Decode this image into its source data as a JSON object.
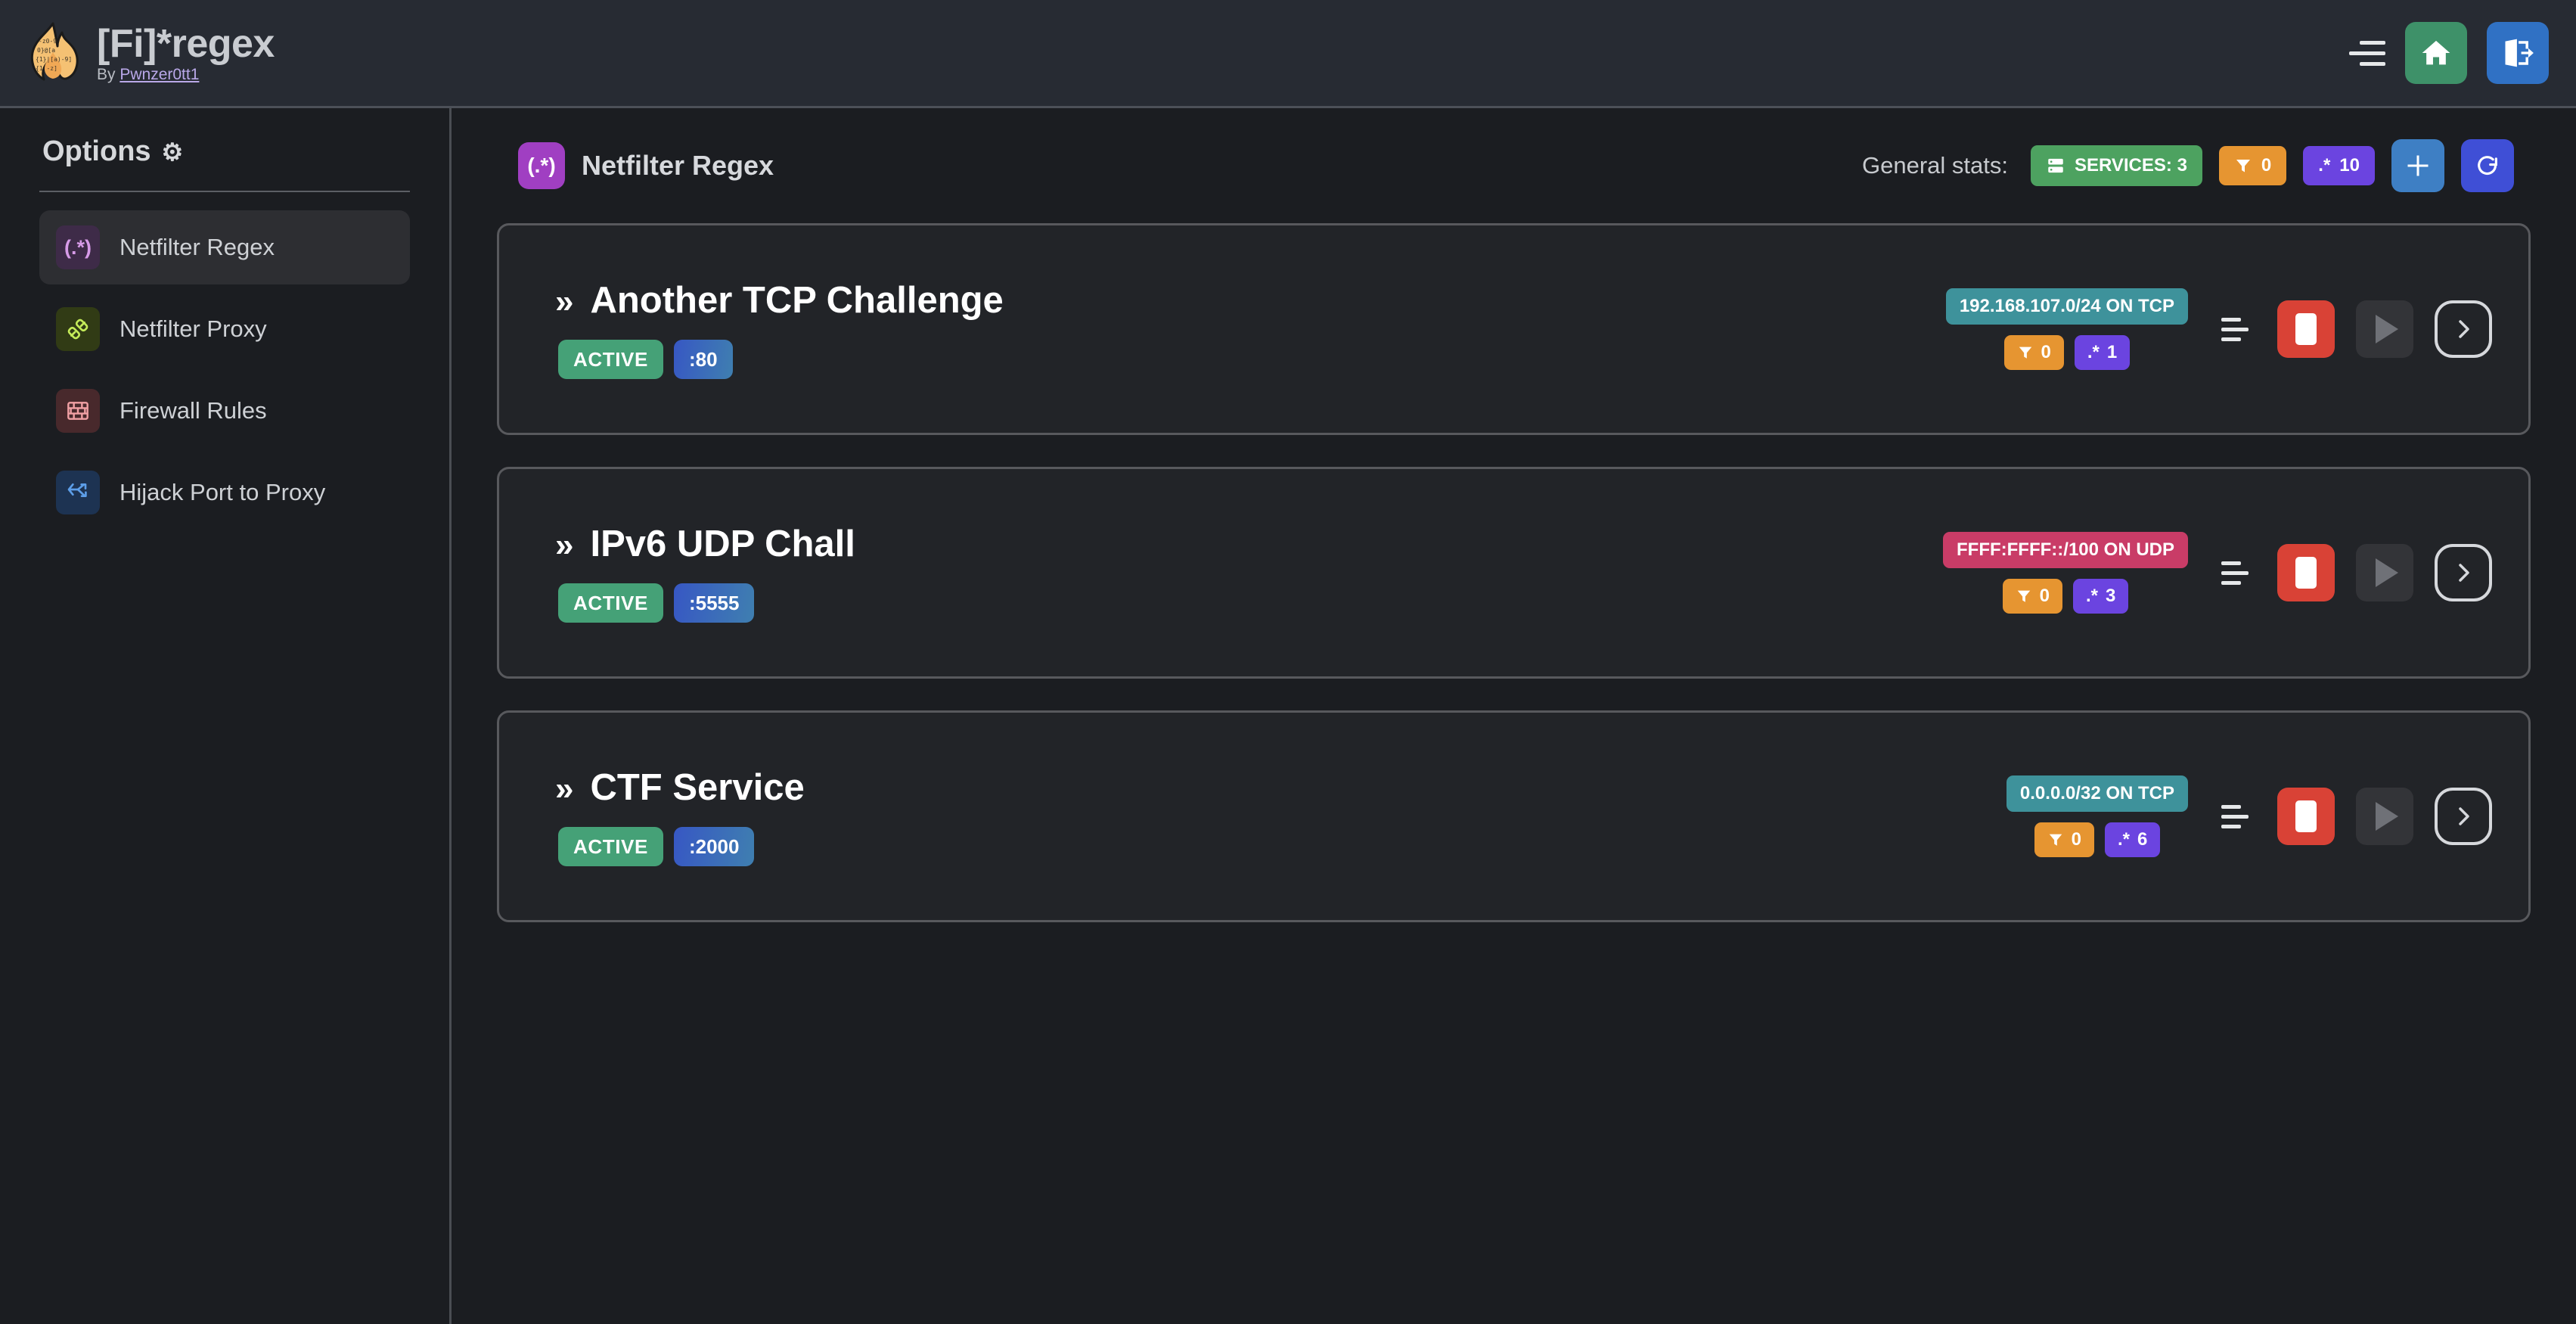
{
  "header": {
    "logo_icon": "flame-regex-logo",
    "title": "[Fi]*regex",
    "by_prefix": "By ",
    "author": "Pwnzer0tt1",
    "menu_icon": "hamburger-icon",
    "home_icon": "home-icon",
    "logout_icon": "logout-icon"
  },
  "sidebar": {
    "title": "Options",
    "gear_icon": "⚙",
    "items": [
      {
        "label": "Netfilter Regex",
        "icon": "(.*)",
        "icon_name": "regex-icon",
        "active": true
      },
      {
        "label": "Netfilter Proxy",
        "icon": "",
        "icon_name": "plug-icon",
        "active": false
      },
      {
        "label": "Firewall Rules",
        "icon": "",
        "icon_name": "brick-wall-icon",
        "active": false
      },
      {
        "label": "Hijack Port to Proxy",
        "icon": "",
        "icon_name": "route-fork-icon",
        "active": false
      }
    ]
  },
  "main": {
    "page_icon": "(.*)",
    "page_title": "Netfilter Regex",
    "stats_label": "General stats:",
    "stats": {
      "services_icon": "server-icon",
      "services_label": "SERVICES: 3",
      "filter_icon": "funnel-icon",
      "filter_count": "0",
      "regex_icon": ".*",
      "regex_count": "10"
    },
    "add_button_icon": "plus-icon",
    "refresh_button_icon": "refresh-icon",
    "services": [
      {
        "chevron": "»",
        "name": "Another TCP Challenge",
        "status": "ACTIVE",
        "port": ":80",
        "network": "192.168.107.0/24 ON TCP",
        "network_kind": "tcp",
        "filter_icon": "funnel-icon",
        "filter_count": "0",
        "regex_icon": ".*",
        "regex_count": "1",
        "menu_icon": "menu-lines-icon",
        "stop_icon": "stop-icon",
        "play_icon": "play-icon",
        "detail_icon": "chevron-right-icon"
      },
      {
        "chevron": "»",
        "name": "IPv6 UDP Chall",
        "status": "ACTIVE",
        "port": ":5555",
        "network": "FFFF:FFFF::/100 ON UDP",
        "network_kind": "udp",
        "filter_icon": "funnel-icon",
        "filter_count": "0",
        "regex_icon": ".*",
        "regex_count": "3",
        "menu_icon": "menu-lines-icon",
        "stop_icon": "stop-icon",
        "play_icon": "play-icon",
        "detail_icon": "chevron-right-icon"
      },
      {
        "chevron": "»",
        "name": "CTF Service",
        "status": "ACTIVE",
        "port": ":2000",
        "network": "0.0.0.0/32 ON TCP",
        "network_kind": "tcp",
        "filter_icon": "funnel-icon",
        "filter_count": "0",
        "regex_icon": ".*",
        "regex_count": "6",
        "menu_icon": "menu-lines-icon",
        "stop_icon": "stop-icon",
        "play_icon": "play-icon",
        "detail_icon": "chevron-right-icon"
      }
    ]
  },
  "colors": {
    "topbar_bg": "#272b33",
    "body_bg": "#1b1d21",
    "card_bg": "#222428",
    "accent_green": "#4da260",
    "accent_orange": "#e69531",
    "accent_purple": "#6b44e0",
    "accent_teal": "#3e929b",
    "accent_pink": "#c93c67",
    "accent_red": "#d94236",
    "accent_blue": "#3e7fc4"
  }
}
